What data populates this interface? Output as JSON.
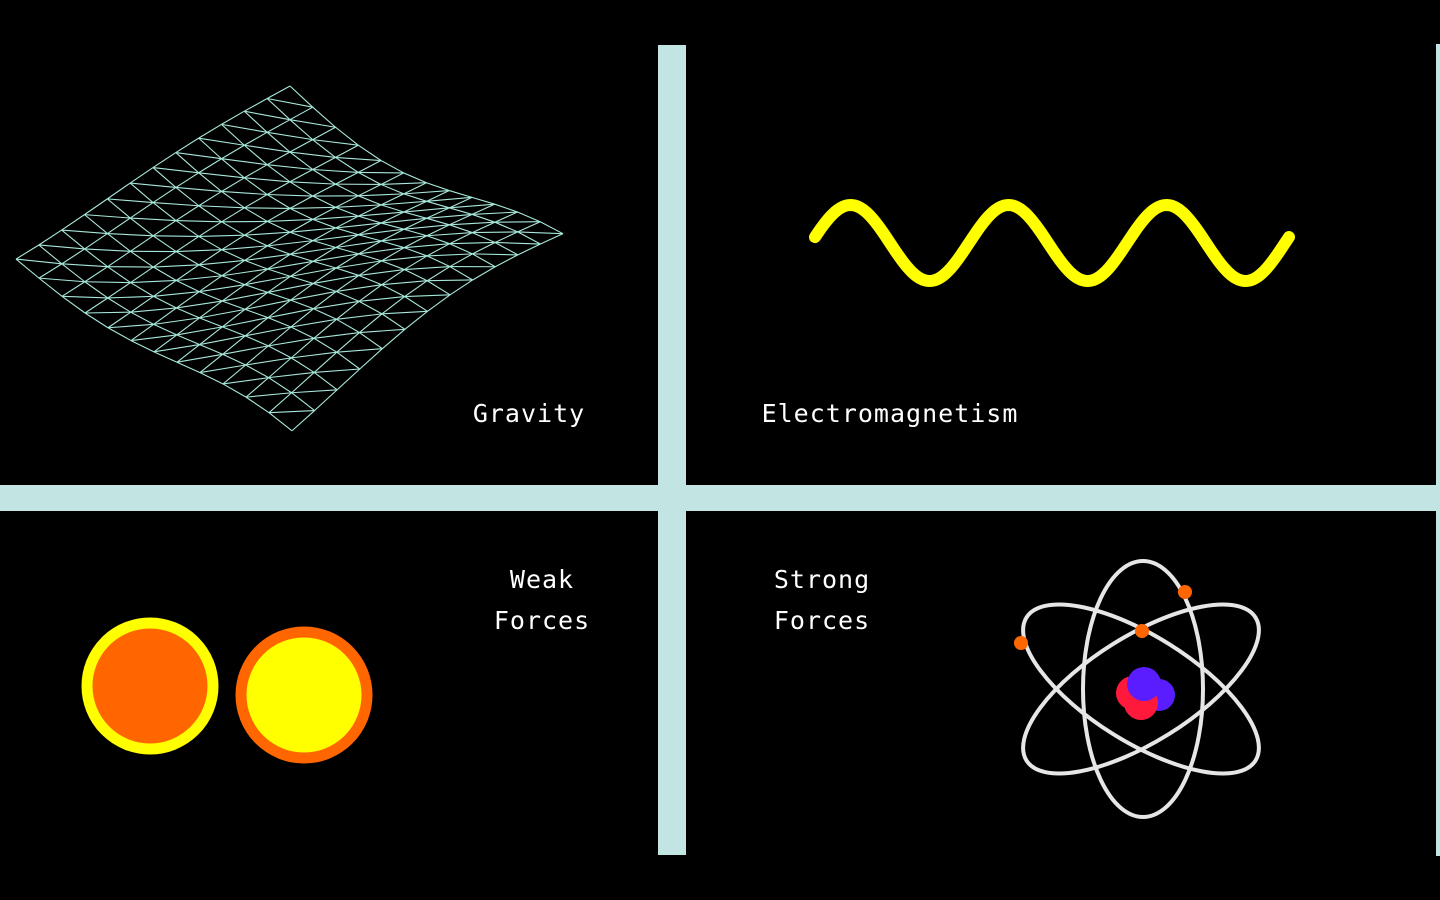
{
  "quadrants": {
    "gravity": {
      "label": "Gravity"
    },
    "electromagnetism": {
      "label": "Electromagnetism"
    },
    "weak": {
      "label_line1": "Weak",
      "label_line2": "Forces"
    },
    "strong": {
      "label_line1": "Strong",
      "label_line2": "Forces"
    }
  },
  "colors": {
    "background": "#000000",
    "divider": "#c2e5e4",
    "mesh": "#a8e8dc",
    "wave": "#ffff00",
    "orange": "#ff6600",
    "yellow": "#ffff00",
    "proton": "#ff1a3c",
    "neutron": "#5a1dff",
    "orbit": "#ffffff",
    "electron": "#ff6600"
  },
  "icons": [
    "spacetime-mesh-icon",
    "wave-icon",
    "particle-icon",
    "atom-icon"
  ]
}
